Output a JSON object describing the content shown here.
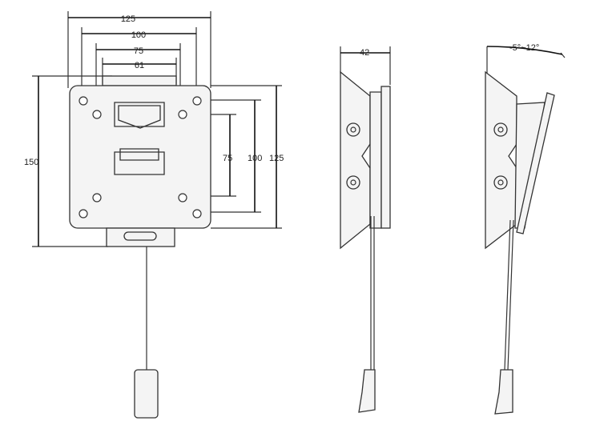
{
  "front_view": {
    "dim_width_outer": "125",
    "dim_width_100": "100",
    "dim_width_75": "75",
    "dim_width_61": "61",
    "dim_height_150": "150",
    "dim_vesa_75": "75",
    "dim_vesa_100": "100",
    "dim_vesa_125": "125"
  },
  "side_view": {
    "dim_depth": "42"
  },
  "tilt_view": {
    "dim_tilt": "-5°~12°"
  }
}
